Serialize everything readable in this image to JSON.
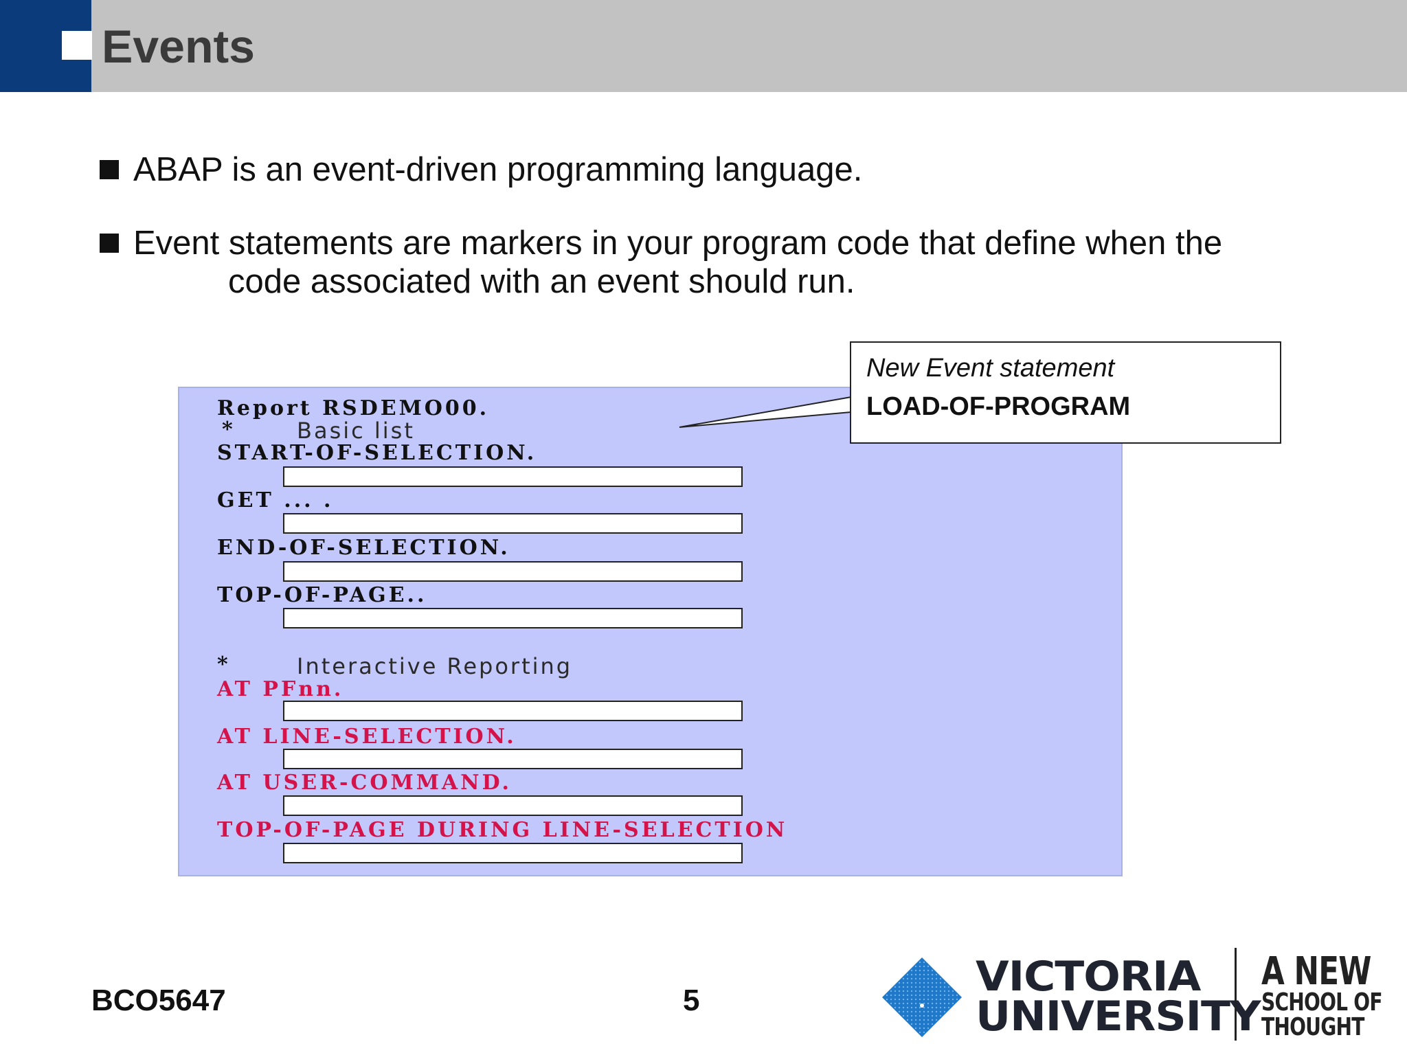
{
  "header": {
    "title": "Events"
  },
  "bullets": [
    {
      "text": "ABAP is an event-driven programming language.",
      "continuation": ""
    },
    {
      "text": "Event statements are markers in your program code that define when the",
      "continuation": "code associated with an event should run."
    }
  ],
  "code_panel": {
    "report_line": "Report RSDEMO00.",
    "basic_list_marker": "*",
    "basic_list_comment": "Basic list",
    "start_of_selection": "START-OF-SELECTION.",
    "get": "GET ... .",
    "end_of_selection": "END-OF-SELECTION.",
    "top_of_page": "TOP-OF-PAGE..",
    "interactive_marker": "*",
    "interactive_comment": "Interactive Reporting",
    "at_pfnn": "AT PFnn.",
    "at_line_selection": "AT LINE-SELECTION.",
    "at_user_command": "AT USER-COMMAND.",
    "top_of_page_during": "TOP-OF-PAGE DURING LINE-SELECTION",
    "colors": {
      "panel_bg": "#c2c8fb",
      "basic_event": "#111111",
      "interactive_event": "#d3134a"
    }
  },
  "callout": {
    "title": "New Event statement",
    "value": "LOAD-OF-PROGRAM"
  },
  "footer": {
    "course_code": "BCO5647",
    "page_number": "5",
    "logo": {
      "name_line1": "VICTORIA",
      "name_line2": "UNIVERSITY",
      "slogan_line1": "A NEW",
      "slogan_line2": "SCHOOL OF",
      "slogan_line3": "THOUGHT",
      "icon": "vu-diamond-logo",
      "color": "#1f78c8"
    }
  },
  "theme": {
    "header_bar": "#c2c2c2",
    "header_accent": "#0b3b7a"
  }
}
